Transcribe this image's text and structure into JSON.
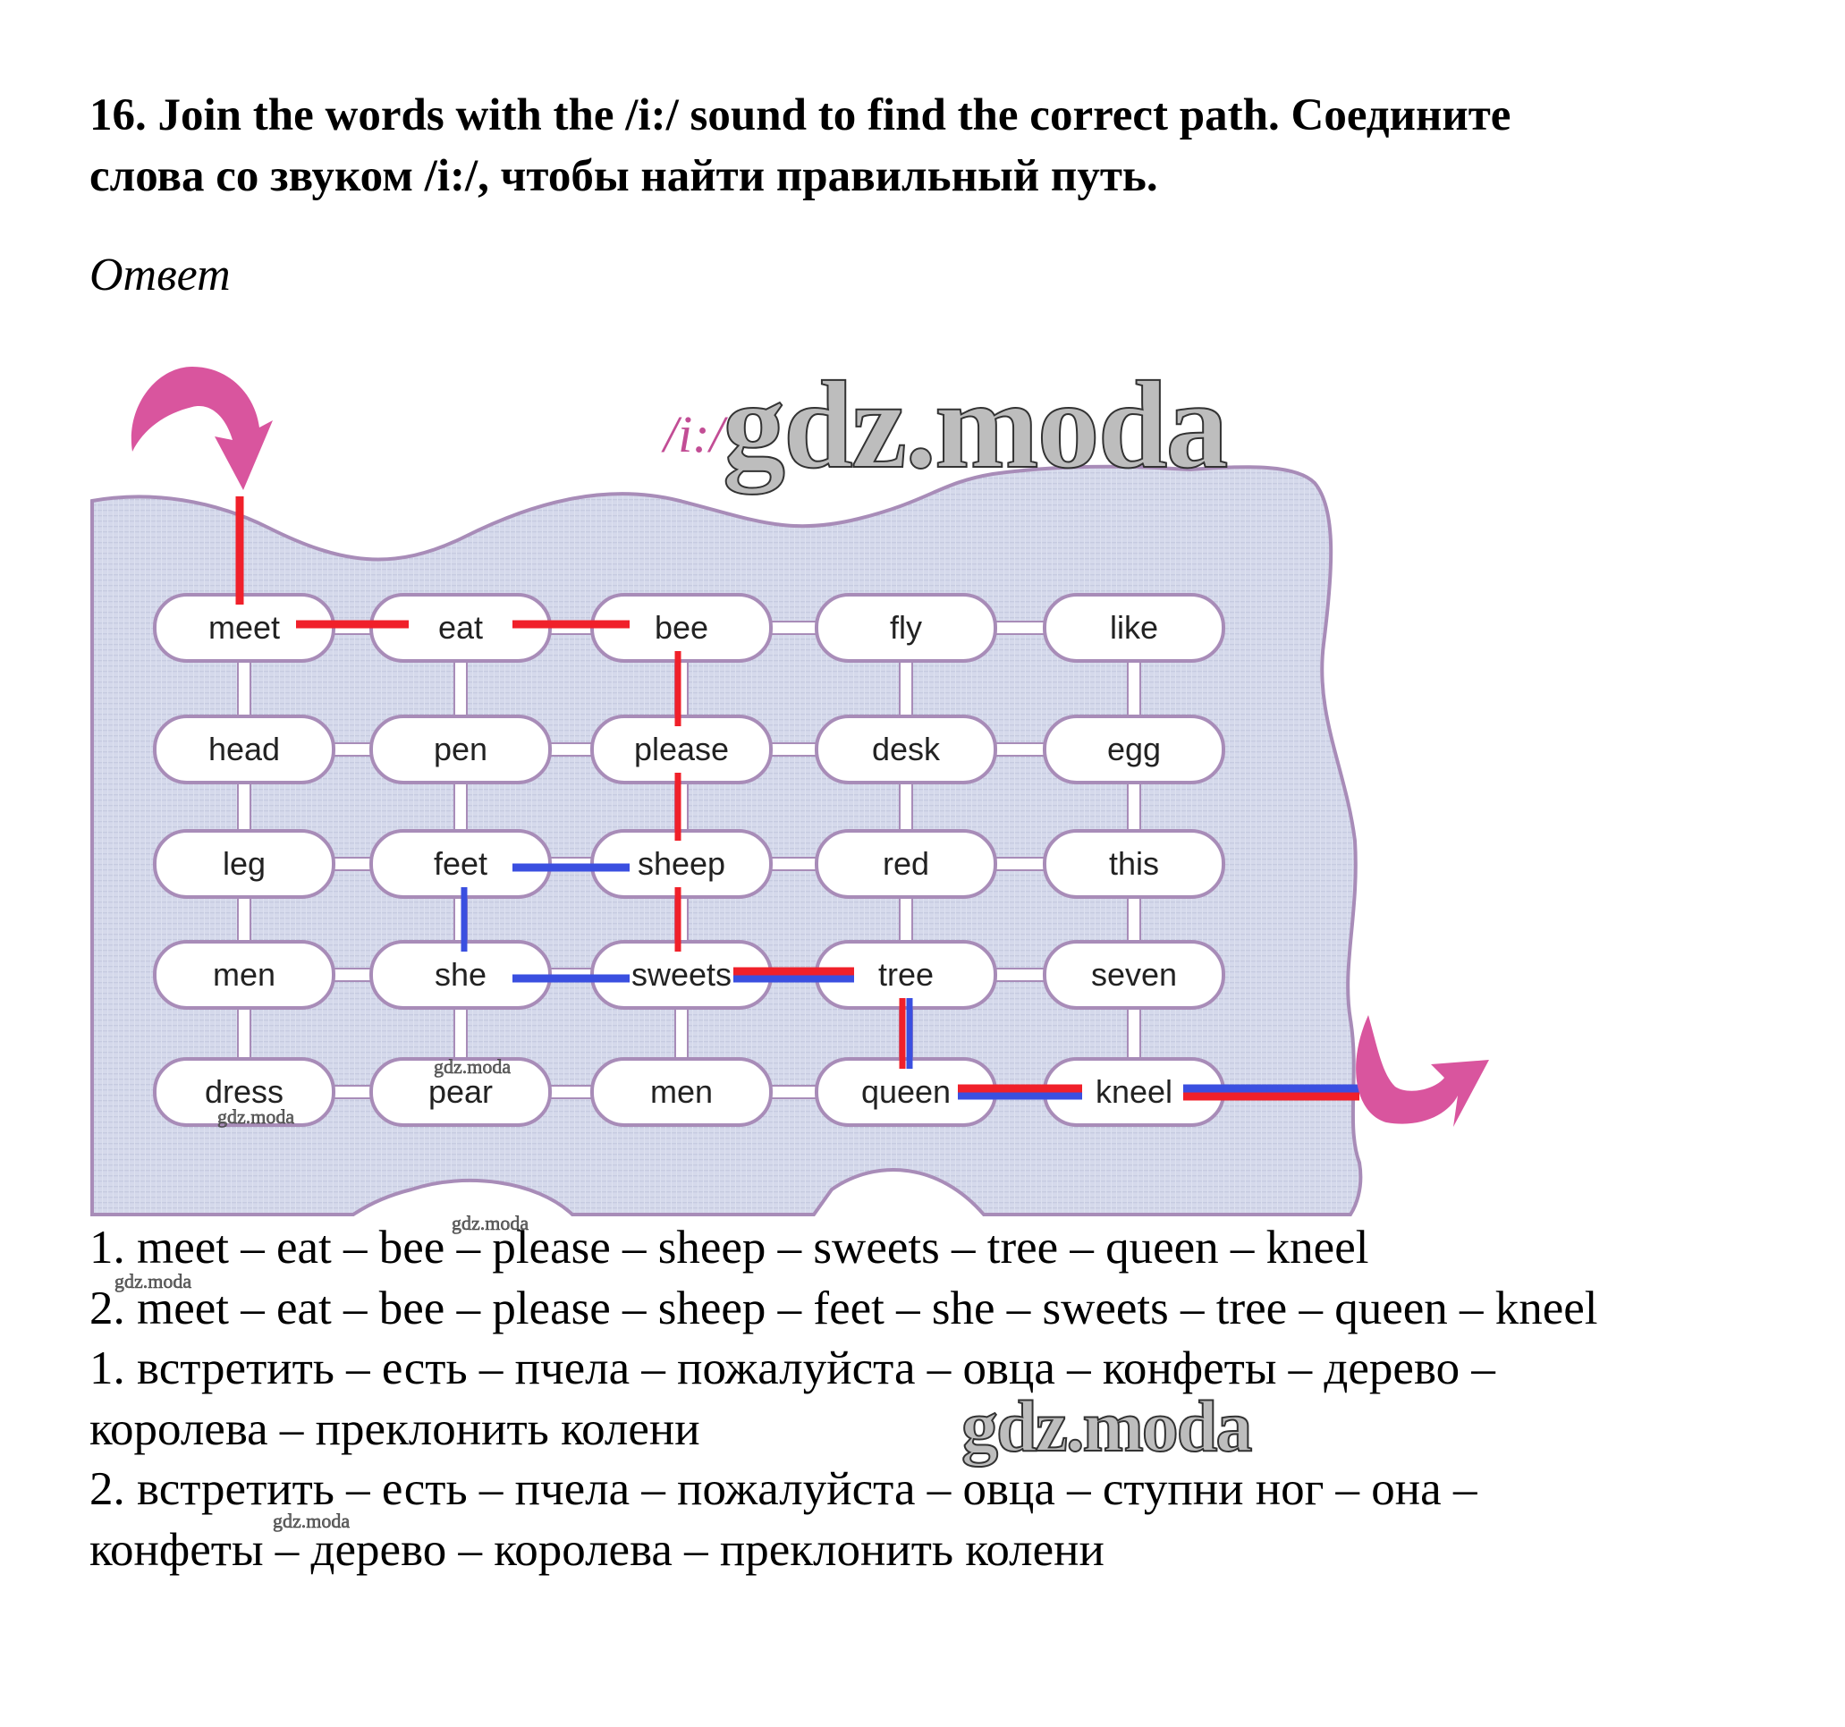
{
  "task": {
    "title_line1": "16. Join the words with the /i:/ sound to find the correct path.   Соедините",
    "title_line2": "слова со звуком /i:/, чтобы найти правильный путь.",
    "answer_label": "Ответ"
  },
  "maze": {
    "phoneme_label": "/i:/",
    "grid": [
      [
        "meet",
        "eat",
        "bee",
        "fly",
        "like"
      ],
      [
        "head",
        "pen",
        "please",
        "desk",
        "egg"
      ],
      [
        "leg",
        "feet",
        "sheep",
        "red",
        "this"
      ],
      [
        "men",
        "she",
        "sweets",
        "tree",
        "seven"
      ],
      [
        "dress",
        "pear",
        "men",
        "queen",
        "kneel"
      ]
    ],
    "start_icon": "curved-arrow-down-icon",
    "end_icon": "curved-arrow-right-icon",
    "paths": [
      {
        "name": "path-1",
        "color": "#f0202a",
        "cells": [
          "meet",
          "eat",
          "bee",
          "please",
          "sheep",
          "sweets",
          "tree",
          "queen",
          "kneel"
        ]
      },
      {
        "name": "path-2",
        "color": "#3a4fe0",
        "cells": [
          "sheep",
          "feet",
          "she",
          "sweets",
          "tree",
          "queen",
          "kneel"
        ]
      }
    ],
    "colors": {
      "blob_fill": "#d5d9eb",
      "blob_border": "#a88cb8",
      "arrow": "#d9559e",
      "cell_fill": "#ffffff",
      "phoneme": "#c24d95"
    }
  },
  "answers": {
    "en_1": "1. meet – eat – bee – please – sheep – sweets – tree – queen – kneel",
    "en_2": "2. meet – eat – bee – please – sheep – feet – she – sweets – tree – queen – kneel",
    "ru_1a": "1. встретить – есть – пчела – пожалуйста – овца – конфеты – дерево –",
    "ru_1b": "королева – преклонить колени",
    "ru_2a": "2. встретить – есть – пчела – пожалуйста – овца – ступни ног – она –",
    "ru_2b": "конфеты – дерево – королева – преклонить колени"
  },
  "watermarks": {
    "text": "gdz.moda"
  }
}
